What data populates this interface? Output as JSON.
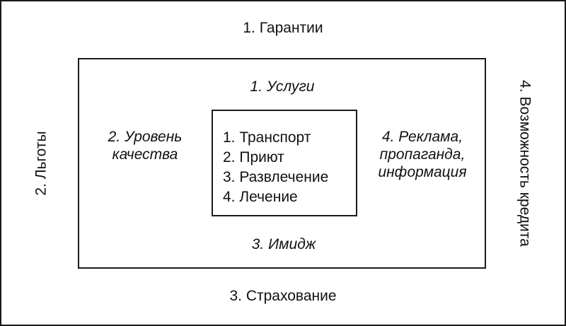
{
  "outer": {
    "top": "1. Гарантии",
    "left": "2. Льготы",
    "bottom": "3. Страхование",
    "right": "4. Возможность кредита"
  },
  "middle": {
    "top": "1. Услуги",
    "left": [
      "2. Уровень",
      "качества"
    ],
    "bottom": "3. Имидж",
    "right": [
      "4. Реклама,",
      "пропаганда,",
      "информация"
    ]
  },
  "inner": {
    "items": [
      "1. Транспорт",
      "2. Приют",
      "3. Развлечение",
      "4. Лечение"
    ]
  },
  "colors": {
    "border": "#1a1a1a",
    "text": "#111111",
    "background": "#ffffff"
  }
}
